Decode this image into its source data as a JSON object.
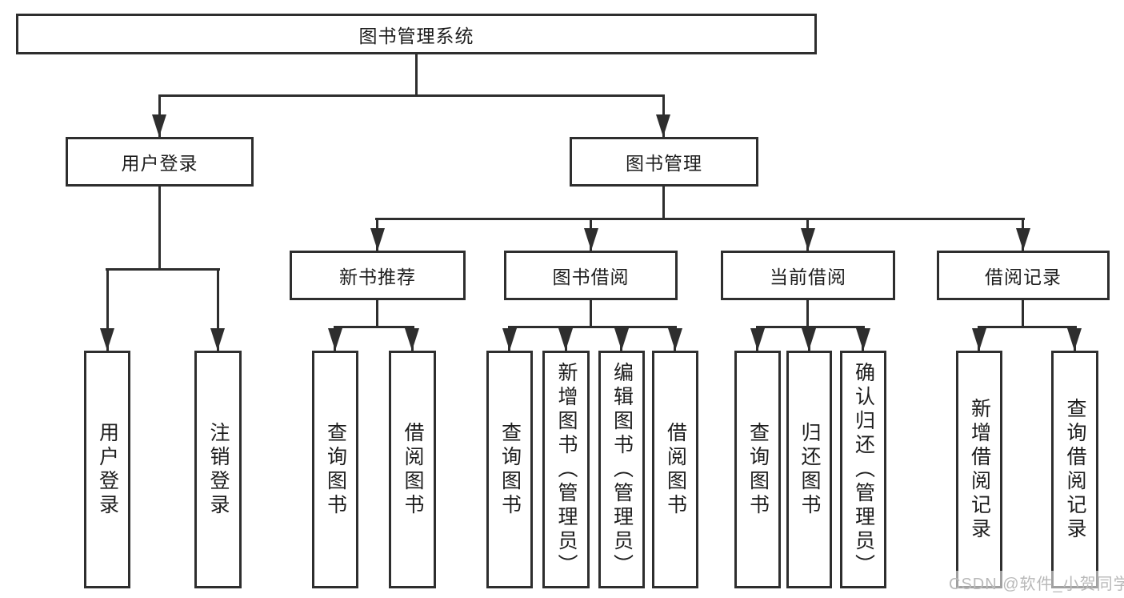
{
  "diagram": {
    "root": {
      "label": "图书管理系统"
    },
    "level2": [
      {
        "label": "用户登录"
      },
      {
        "label": "图书管理"
      }
    ],
    "level3": [
      {
        "label": "新书推荐"
      },
      {
        "label": "图书借阅"
      },
      {
        "label": "当前借阅"
      },
      {
        "label": "借阅记录"
      }
    ],
    "leaves": {
      "user_login": [
        {
          "label": "用户登录"
        },
        {
          "label": "注销登录"
        }
      ],
      "new_books": [
        {
          "label": "查询图书"
        },
        {
          "label": "借阅图书"
        }
      ],
      "book_borrow": [
        {
          "label": "查询图书"
        },
        {
          "label": "新增图书（管理员）"
        },
        {
          "label": "编辑图书（管理员）"
        },
        {
          "label": "借阅图书"
        }
      ],
      "current_borrow": [
        {
          "label": "查询图书"
        },
        {
          "label": "归还图书"
        },
        {
          "label": "确认归还（管理员）"
        }
      ],
      "borrow_records": [
        {
          "label": "新增借阅记录"
        },
        {
          "label": "查询借阅记录"
        }
      ]
    },
    "watermark": "CSDN @软件_小贺同学",
    "colors": {
      "border": "#2e2e2e",
      "text": "#1d1d1d",
      "watermark": "#b9b9b9",
      "background": "#ffffff"
    }
  }
}
